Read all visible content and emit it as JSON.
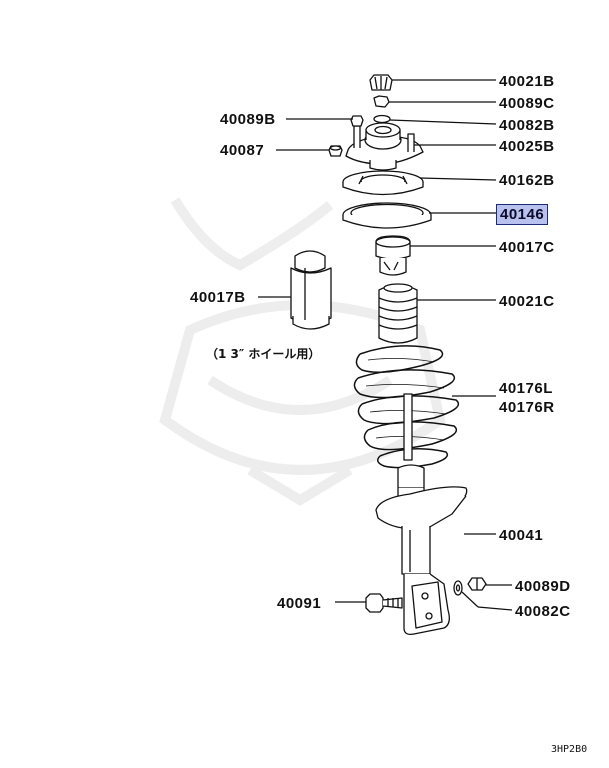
{
  "diagram": {
    "labels": {
      "p40021B": "40021B",
      "p40089C": "40089C",
      "p40082B": "40082B",
      "p40025B": "40025B",
      "p40089B": "40089B",
      "p40087": "40087",
      "p40162B": "40162B",
      "p40146": "40146",
      "p40017C": "40017C",
      "p40017B": "40017B",
      "p40021C": "40021C",
      "p40176L": "40176L",
      "p40176R": "40176R",
      "p40041": "40041",
      "p40089D": "40089D",
      "p40091": "40091",
      "p40082C": "40082C"
    },
    "highlighted_part": "40146",
    "highlight_color": "#b9c2ee",
    "note": "（1 3″ ホイール用）",
    "figure_code": "3HP2B0"
  }
}
